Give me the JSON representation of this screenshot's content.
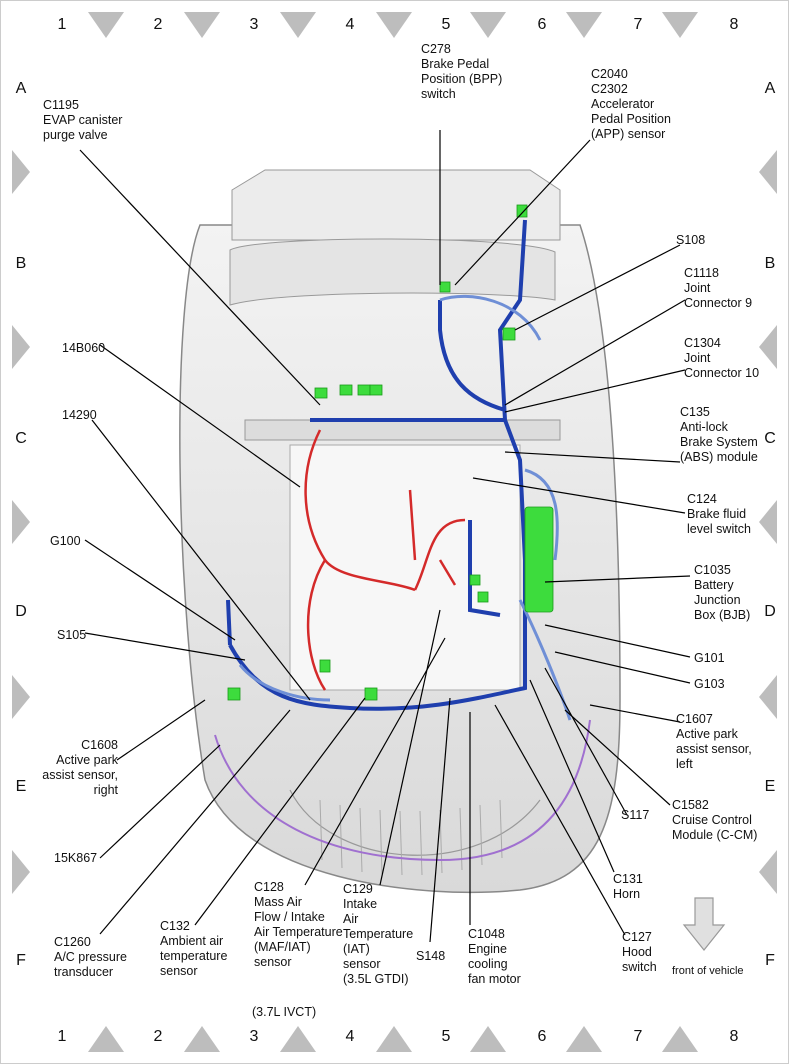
{
  "grid": {
    "columns": [
      "1",
      "2",
      "3",
      "4",
      "5",
      "6",
      "7",
      "8"
    ],
    "rows": [
      "A",
      "B",
      "C",
      "D",
      "E",
      "F"
    ]
  },
  "labels": {
    "c278": "C278\nBrake Pedal\nPosition (BPP)\nswitch",
    "c2040": "C2040\nC2302\nAccelerator\nPedal Position\n(APP) sensor",
    "c1195": "C1195\nEVAP canister\npurge valve",
    "s108": "S108",
    "c1118": "C1118\nJoint\nConnector 9",
    "c1304": "C1304\nJoint\nConnector 10",
    "14b060": "14B060",
    "14290": "14290",
    "c135": "C135\nAnti-lock\nBrake System\n(ABS) module",
    "c124": "C124\nBrake fluid\nlevel switch",
    "g100": "G100",
    "c1035": "C1035\nBattery\nJunction\nBox (BJB)",
    "s105": "S105",
    "g101": "G101",
    "g103": "G103",
    "c1607": "C1607\nActive park\nassist sensor,\nleft",
    "c1608": "C1608\nActive park\nassist sensor,\nright",
    "c1582": "C1582\nCruise Control\nModule (C-CM)",
    "s117": "S117",
    "15k867": "15K867",
    "c131": "C131\nHorn",
    "c128": "C128\nMass Air\nFlow / Intake\nAir Temperature\n(MAF/IAT)\nsensor",
    "c128_note": "(3.7L IVCT)",
    "c129": "C129\nIntake\nAir\nTemperature\n(IAT)\nsensor\n(3.5L GTDI)",
    "c1260": "C1260\nA/C pressure\ntransducer",
    "c132": "C132\nAmbient air\ntemperature\nsensor",
    "s148": "S148",
    "c1048": "C1048\nEngine\ncooling\nfan motor",
    "c127": "C127\nHood\nswitch",
    "front": "front of vehicle"
  },
  "colors": {
    "harness_blue": "#1f3fae",
    "harness_light_blue": "#6f8fd6",
    "harness_red": "#d42a2a",
    "harness_purple": "#a070d0",
    "connector_green": "#3ddc3d",
    "frame_gray": "#bdbdbd"
  }
}
